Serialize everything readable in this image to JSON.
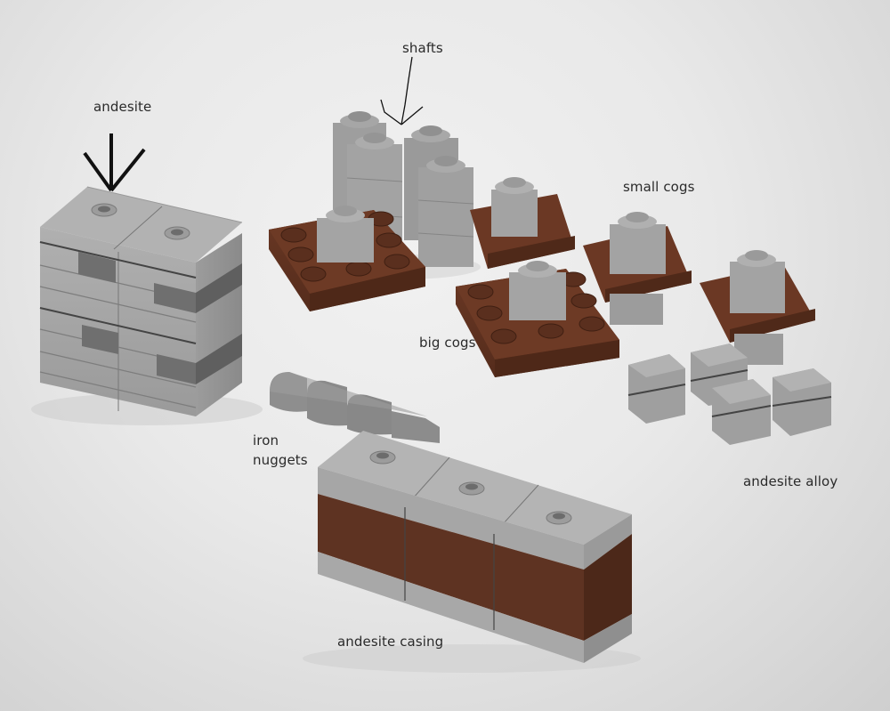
{
  "labels": {
    "andesite": "andesite",
    "shafts": "shafts",
    "small_cogs": "small cogs",
    "big_cogs": "big cogs",
    "iron_nuggets_line1": "iron",
    "iron_nuggets_line2": "nuggets",
    "andesite_alloy": "andesite alloy",
    "andesite_casing": "andesite casing"
  },
  "colors": {
    "grey_light": "#a9a9a9",
    "grey_top": "#b4b4b4",
    "grey_dark": "#6e6e6e",
    "brown": "#5e3322",
    "brown_top": "#6b3a26",
    "background": "#e8e8e8"
  }
}
